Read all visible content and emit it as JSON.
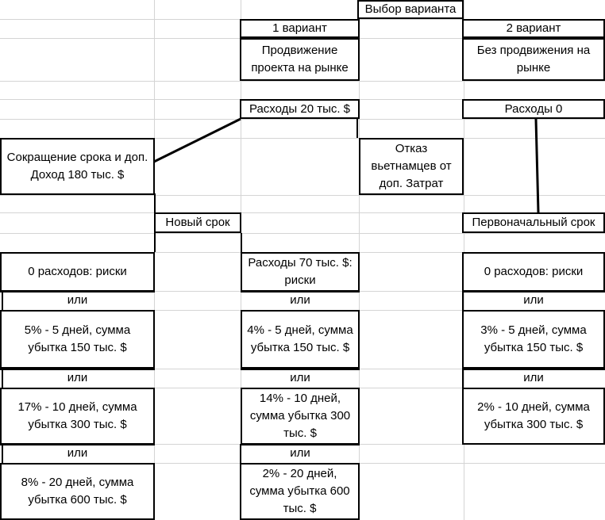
{
  "header": {
    "title": "Выбор варианта"
  },
  "option1": {
    "label": "1 вариант",
    "name": "Продвижение проекта на рынке",
    "cost": "Расходы 20 тыс. $"
  },
  "option2": {
    "label": "2 вариант",
    "name": "Без продвижения на рынке",
    "cost": "Расходы 0"
  },
  "branch_left": {
    "result": "Сокращение срока и доп. Доход 180 тыс. $",
    "term": "Новый срок",
    "risks": [
      "0 расходов: риски",
      "5% - 5 дней, сумма убытка 150 тыс. $",
      "17% - 10 дней, сумма убытка 300 тыс. $",
      "8% - 20 дней, сумма убытка 600 тыс. $"
    ]
  },
  "branch_middle": {
    "result": "Отказ вьетнамцев от доп. Затрат",
    "risks": [
      "Расходы 70 тыс. $: риски",
      "4% - 5 дней, сумма убытка 150 тыс. $",
      "14% - 10 дней, сумма убытка 300 тыс. $",
      "2% - 20 дней, сумма убытка 600 тыс. $"
    ]
  },
  "branch_right": {
    "term": "Первоначальный срок",
    "risks": [
      "0 расходов: риски",
      "3% - 5 дней, сумма убытка 150 тыс. $",
      "2% - 10 дней, сумма убытка 300 тыс. $"
    ]
  },
  "connector_word": "или"
}
